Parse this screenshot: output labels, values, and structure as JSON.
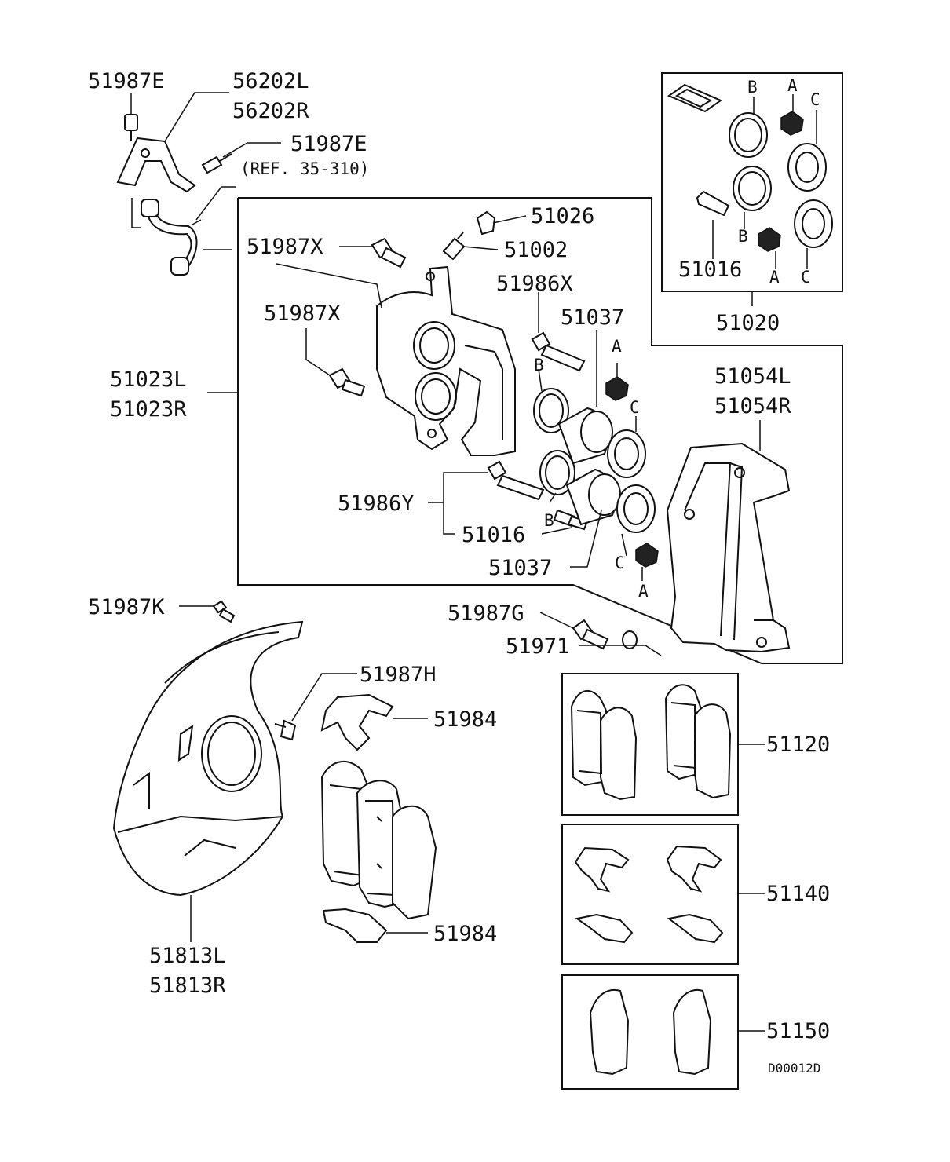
{
  "labels": {
    "l_51987E_top": "51987E",
    "l_56202L": "56202L",
    "l_56202R": "56202R",
    "l_51987E_mid": "51987E",
    "l_ref": "(REF. 35-310)",
    "l_51026": "51026",
    "l_51987X_a": "51987X",
    "l_51002": "51002",
    "l_51986X": "51986X",
    "l_51987X_b": "51987X",
    "l_51037_a": "51037",
    "l_51023L": "51023L",
    "l_51023R": "51023R",
    "l_51054L": "51054L",
    "l_51054R": "51054R",
    "l_51986Y": "51986Y",
    "l_51016_a": "51016",
    "l_51037_b": "51037",
    "l_51016_b": "51016",
    "l_51020": "51020",
    "l_51987K": "51987K",
    "l_51987G": "51987G",
    "l_51971": "51971",
    "l_51987H": "51987H",
    "l_51984_a": "51984",
    "l_51984_b": "51984",
    "l_51813L": "51813L",
    "l_51813R": "51813R",
    "l_51120": "51120",
    "l_51140": "51140",
    "l_51150": "51150",
    "l_code": "D00012D"
  },
  "letters": {
    "A": "A",
    "B": "B",
    "C": "C"
  }
}
